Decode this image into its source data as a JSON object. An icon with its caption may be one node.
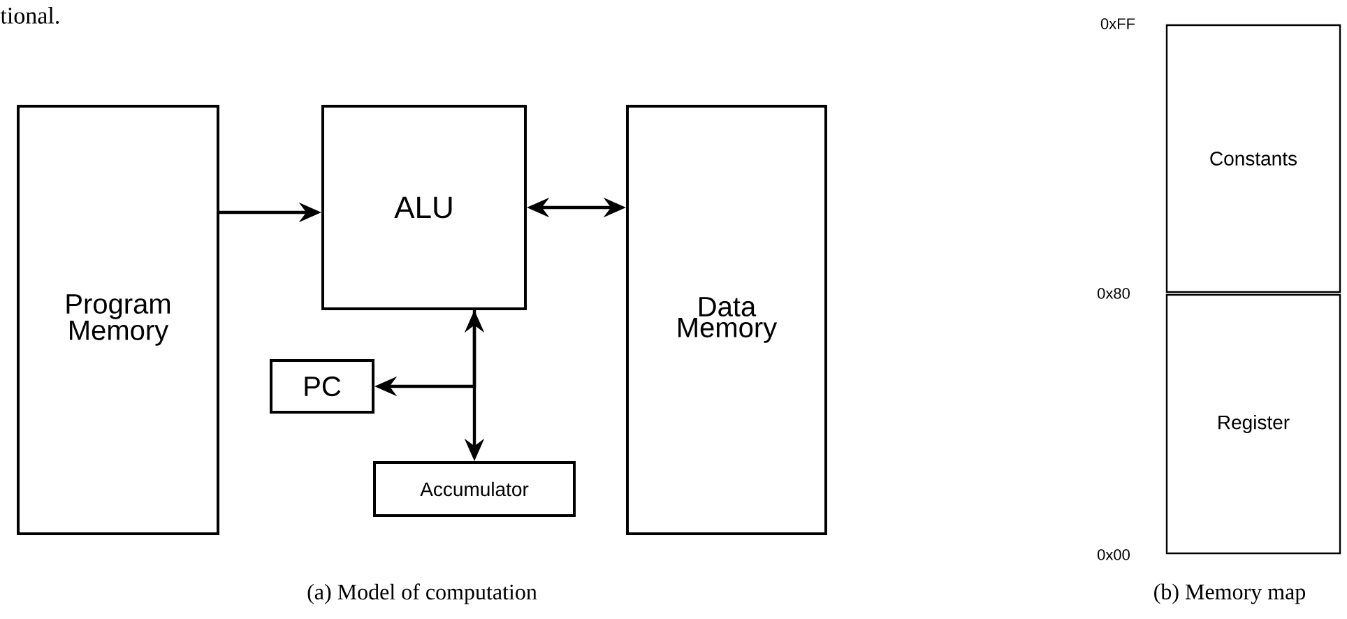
{
  "diagram": {
    "nodes": [
      {
        "text": [
          "Program Memory"
        ]
      },
      {
        "text": [
          "ALU"
        ]
      },
      {
        "text": [
          "Data Memory"
        ]
      },
      {
        "text": [
          "PC"
        ]
      },
      {
        "text": [
          "Accumulator"
        ]
      },
      {
        "text": [
          "Constants"
        ]
      },
      {
        "text": [
          "Register"
        ]
      }
    ],
    "edges": [
      {
        "from": 0,
        "to": 1,
        "arrow": "to"
      },
      {
        "from": 1,
        "to": 2,
        "arrow": "both"
      },
      {
        "from": 1,
        "to": 4,
        "arrow": "both"
      },
      {
        "from": 1,
        "to": 3,
        "arrow": "to"
      }
    ],
    "labels": [
      "tional.",
      "0xFF",
      "0x80",
      "0x00",
      "(a) Model of computation",
      "(b) Memory map"
    ]
  }
}
